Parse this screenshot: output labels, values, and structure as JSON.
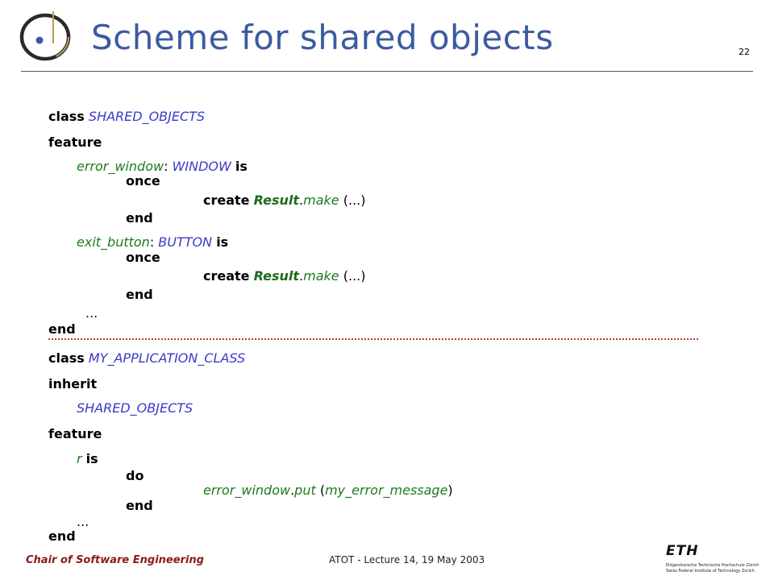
{
  "header": {
    "title": "Scheme for shared objects",
    "page_number": "22"
  },
  "code": {
    "block1": {
      "line1_kw": "class",
      "line1_cls": "SHARED_OBJECTS",
      "line2_kw": "feature",
      "line3_feat": "error_window",
      "line3_colon": ":",
      "line3_cls": "WINDOW",
      "line3_kw": "is",
      "line4_kw": "once",
      "line5_kw": "create",
      "line5_res": "Result",
      "line5_dot": ".",
      "line5_feat": "make",
      "line5_args": "(...)",
      "line6_kw": "end",
      "line7_feat": "exit_button",
      "line7_colon": ":",
      "line7_cls": "BUTTON",
      "line7_kw": "is",
      "line8_kw": "once",
      "line9_kw": "create",
      "line9_res": "Result",
      "line9_dot": ".",
      "line9_feat": "make",
      "line9_args": "(...)",
      "line10_kw": "end",
      "line11_dots": "...",
      "line12_kw": "end"
    },
    "block2": {
      "line1_kw": "class",
      "line1_cls": "MY_APPLICATION_CLASS",
      "line2_kw": "inherit",
      "line3_cls": "SHARED_OBJECTS",
      "line4_kw": "feature",
      "line5_feat": "r",
      "line5_kw": "is",
      "line6_kw": "do",
      "line7_feat1": "error_window",
      "line7_dot": ".",
      "line7_feat2": "put",
      "line7_open": "(",
      "line7_feat3": "my_error_message",
      "line7_close": ")",
      "line8_kw": "end",
      "line9_dots": "...",
      "line10_kw": "end"
    }
  },
  "footer": {
    "left": "Chair of Software Engineering",
    "center": "ATOT - Lecture 14, 19 May 2003",
    "eth_word": "ETH",
    "eth_line1": "Eidgenössische Technische Hochschule Zürich",
    "eth_line2": "Swiss Federal Institute of Technology Zurich"
  },
  "colors": {
    "title": "#3b5ba1",
    "class_name": "#3a3ac8",
    "feature_name": "#1d7a1d",
    "footer_left": "#8b1a1a",
    "divider": "#c0392b"
  }
}
